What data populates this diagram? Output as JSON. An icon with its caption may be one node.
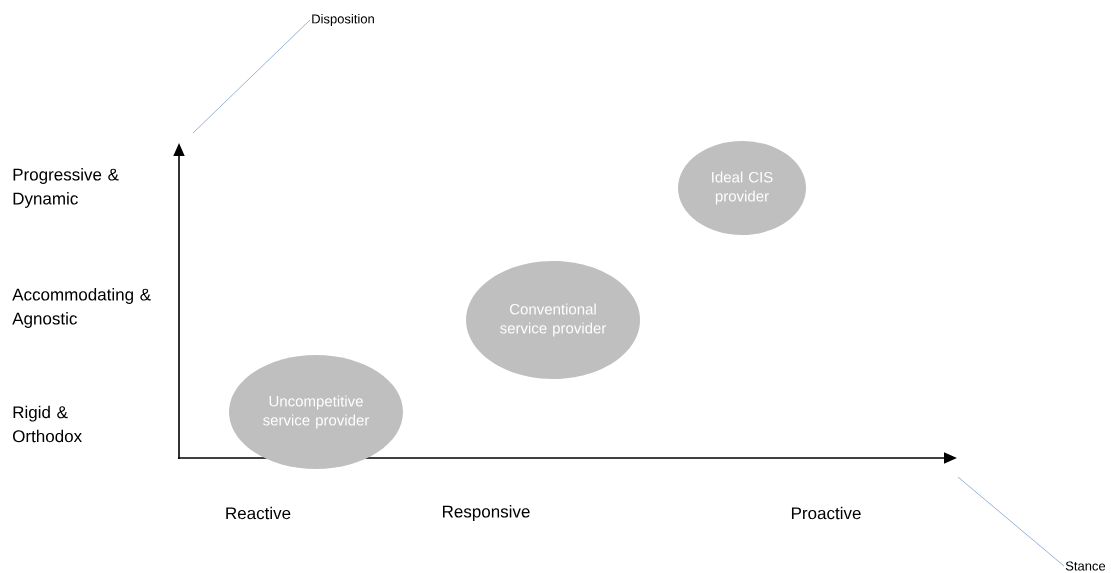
{
  "diagram": {
    "nodes": [
      {
        "text": [
          "Disposition"
        ]
      },
      {
        "text": [
          "Stance"
        ]
      },
      {
        "text": [
          "Uncompetitive service provider"
        ]
      },
      {
        "text": [
          "Conventional service provider"
        ]
      },
      {
        "text": [
          "Ideal CIS provider"
        ]
      }
    ],
    "edges": [
      {
        "from": 0,
        "to": null,
        "arrow": "none"
      },
      {
        "from": 1,
        "to": null,
        "arrow": "none"
      }
    ],
    "labels": [
      "Progressive & Dynamic",
      "Accommodating & Agnostic",
      "Rigid & Orthodox",
      "Reactive",
      "Responsive",
      "Proactive"
    ]
  }
}
